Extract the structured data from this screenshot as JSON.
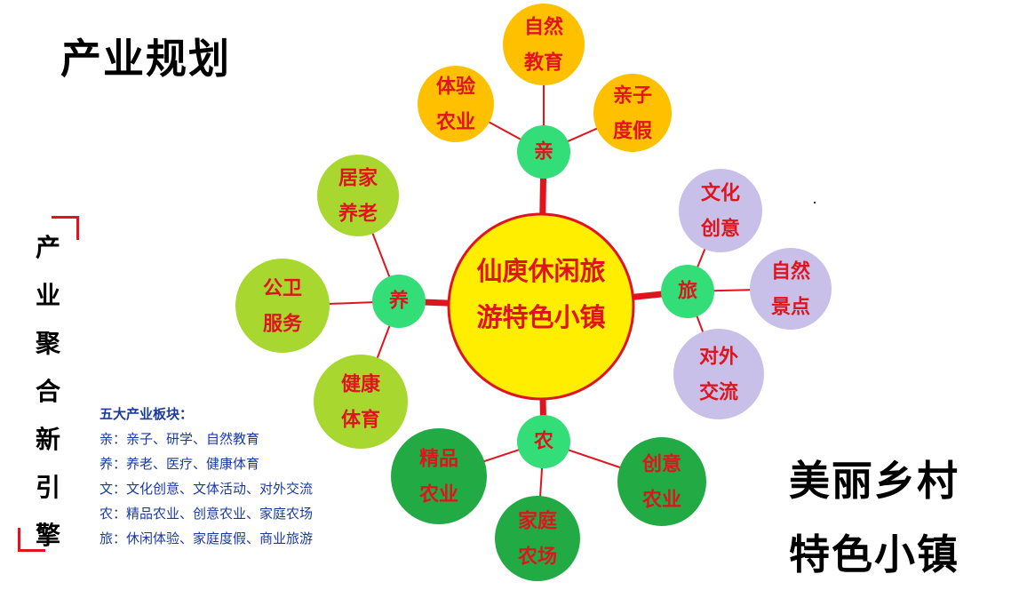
{
  "title": "产业规划",
  "side_title": [
    "产",
    "业",
    "聚",
    "合",
    "新",
    "引",
    "擎"
  ],
  "center": {
    "line1": "仙庾休闲旅",
    "line2": "游特色小镇",
    "color": "#ffee00",
    "border": "#e0141e"
  },
  "hubs": [
    {
      "label": "亲",
      "color": "#33dd77"
    },
    {
      "label": "旅",
      "color": "#33dd77"
    },
    {
      "label": "农",
      "color": "#33dd77"
    },
    {
      "label": "养",
      "color": "#33dd77"
    }
  ],
  "leaves": [
    {
      "hub": 0,
      "line1": "体验",
      "line2": "农业",
      "color": "#ffc000"
    },
    {
      "hub": 0,
      "line1": "自然",
      "line2": "教育",
      "color": "#ffc000"
    },
    {
      "hub": 0,
      "line1": "亲子",
      "line2": "度假",
      "color": "#ffc000"
    },
    {
      "hub": 1,
      "line1": "文化",
      "line2": "创意",
      "color": "#c8c0e8"
    },
    {
      "hub": 1,
      "line1": "自然",
      "line2": "景点",
      "color": "#c8c0e8"
    },
    {
      "hub": 1,
      "line1": "对外",
      "line2": "交流",
      "color": "#c8c0e8"
    },
    {
      "hub": 2,
      "line1": "精品",
      "line2": "农业",
      "color": "#22aa44"
    },
    {
      "hub": 2,
      "line1": "家庭",
      "line2": "农场",
      "color": "#22aa44"
    },
    {
      "hub": 2,
      "line1": "创意",
      "line2": "农业",
      "color": "#22aa44"
    },
    {
      "hub": 3,
      "line1": "居家",
      "line2": "养老",
      "color": "#a8d830"
    },
    {
      "hub": 3,
      "line1": "公卫",
      "line2": "服务",
      "color": "#a8d830"
    },
    {
      "hub": 3,
      "line1": "健康",
      "line2": "体育",
      "color": "#a8d830"
    }
  ],
  "legend": {
    "title": "五大产业板块：",
    "rows": [
      "亲：亲子、研学、自然教育",
      "养：养老、医疗、健康体育",
      "文：文化创意、文体活动、对外交流",
      "农：精品农业、创意农业、家庭农场",
      "旅：休闲体验、家庭度假、商业旅游"
    ]
  },
  "slogan": {
    "line1": "美丽乡村",
    "line2": "特色小镇"
  },
  "colors": {
    "text_red": "#e0141e",
    "connector": "#e0141e",
    "legend_blue": "#1a3aa0"
  }
}
